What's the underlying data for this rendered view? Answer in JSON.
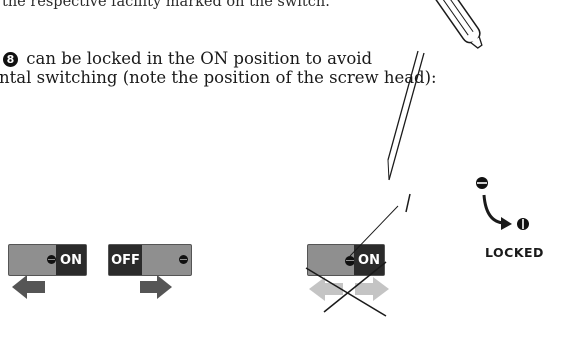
{
  "text": {
    "top_line": "the respective facility marked on the switch.",
    "badge": "8",
    "line1": " can be locked in the ON position to avoid",
    "line2": "ntal switching (note the position of the screw head):"
  },
  "switches": [
    {
      "label": "ON",
      "state": "on"
    },
    {
      "label": "OFF",
      "state": "off"
    },
    {
      "label": "ON",
      "state": "locked"
    }
  ],
  "arrows": {
    "left": "left-arrow",
    "right": "right-arrow",
    "crossed": "crossed-double-arrow"
  },
  "locked_label": "LOCKED",
  "colors": {
    "switch_body": "#8f8f8f",
    "switch_label": "#2b2b2b",
    "arrow": "#555555",
    "crossed_arrow": "#c4c4c4"
  }
}
